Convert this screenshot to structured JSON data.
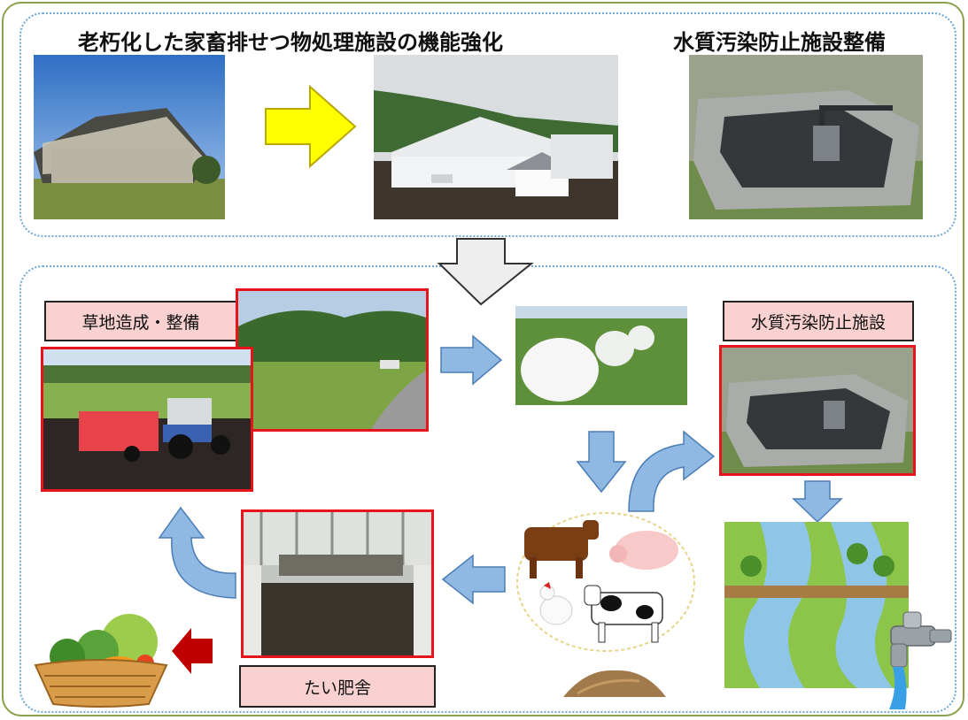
{
  "headings": {
    "renewal": "老朽化した家畜排せつ物処理施設の機能強化",
    "water_facility": "水質汚染防止施設整備"
  },
  "labels": {
    "grassland": "草地造成・整備",
    "water_prevention": "水質汚染防止施設",
    "compost_barn": "たい肥舎"
  },
  "colors": {
    "frame_green": "#8aa04a",
    "dotted_blue": "#6fa6d8",
    "arrow_blue": "#8fb8e2",
    "arrow_yellow": "#ffff00",
    "arrow_red": "#c00000",
    "label_bg": "#f9d1d1",
    "photo_border": "#e8141c"
  },
  "icons": [
    "right-arrow",
    "down-arrow",
    "curved-arrow",
    "faucet"
  ]
}
